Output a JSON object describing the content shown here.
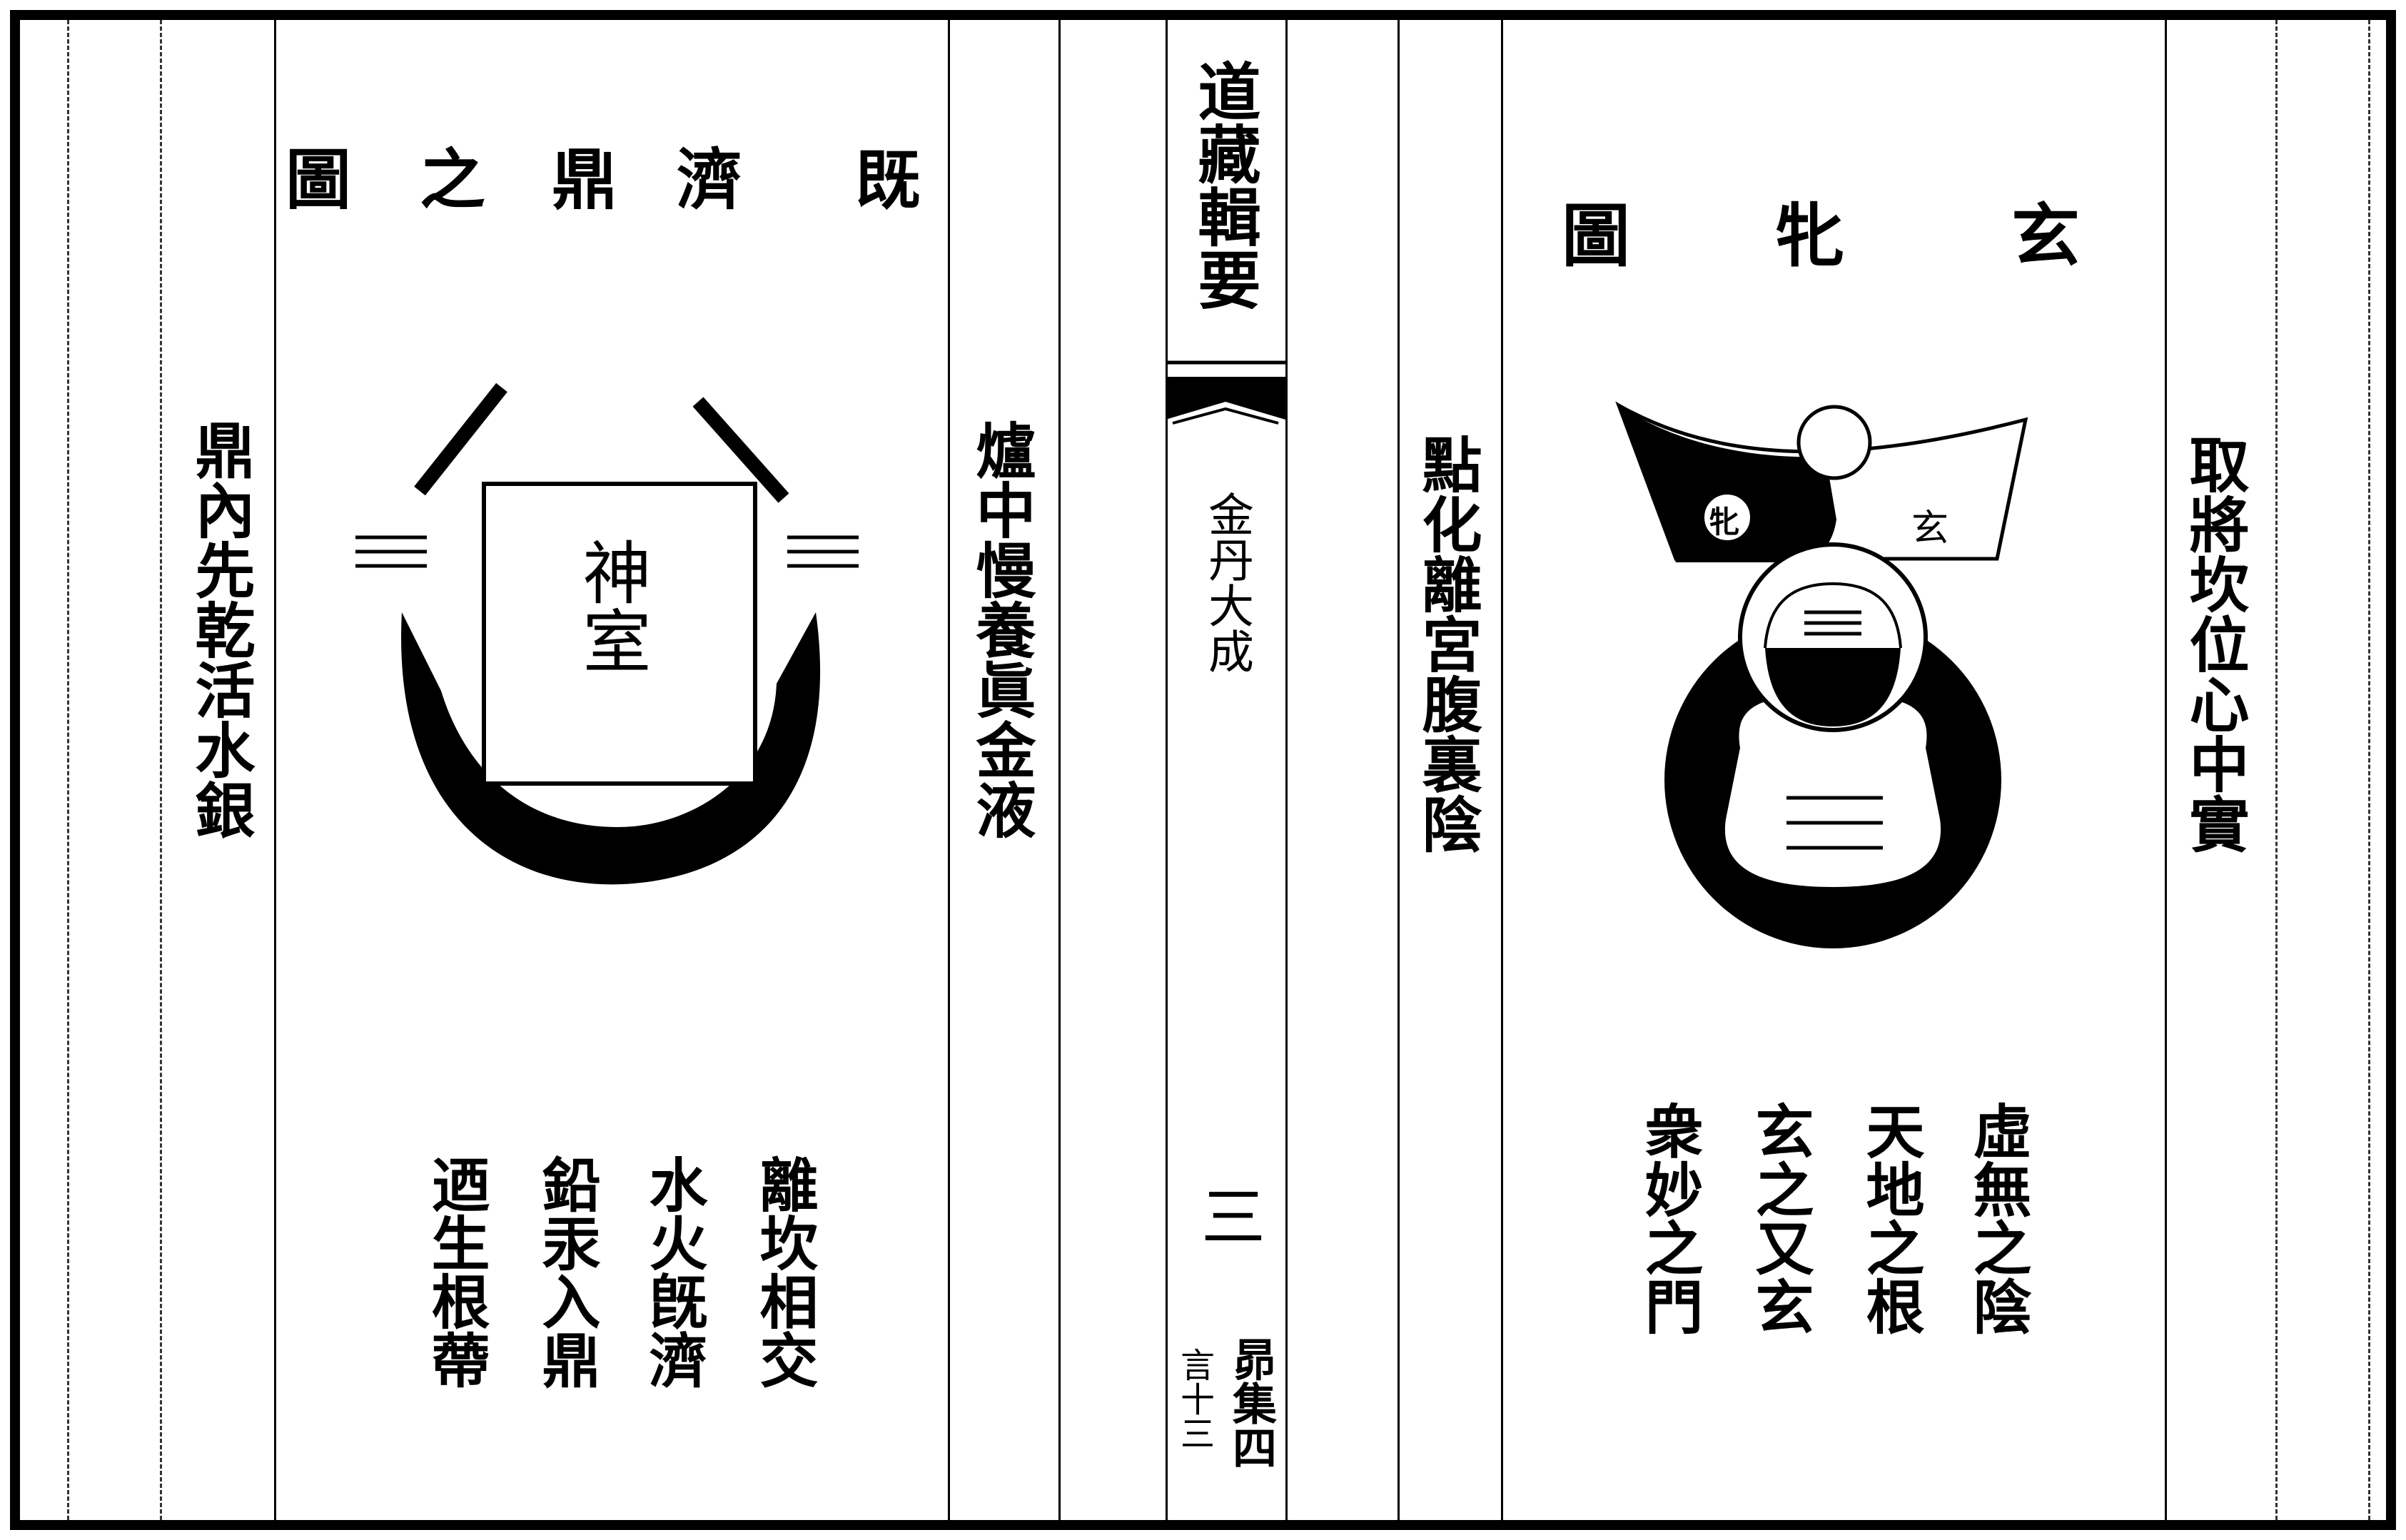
{
  "left_page": {
    "title": [
      "既",
      "濟",
      "鼎",
      "之",
      "圖"
    ],
    "side_verse": "鼎內先乾活水銀",
    "inner_verse": "爐中慢養眞金液",
    "diagram_label": "神室",
    "poem_lines": [
      "離坎相交",
      "水火旣濟",
      "鉛汞入鼎",
      "迺生根蔕"
    ]
  },
  "spine": {
    "series_title": "道藏輯要",
    "book_title": "金丹大成",
    "chapter_number": "三",
    "collection": "昴集四",
    "page_number": "言十三"
  },
  "right_page": {
    "title": [
      "玄",
      "牝",
      "圖"
    ],
    "inner_verse": "點化離宮腹裏陰",
    "side_verse": "取將坎位心中實",
    "diagram_labels": {
      "left": "牝",
      "right": "玄"
    },
    "poem_lines": [
      "虛無之陰",
      "天地之根",
      "玄之又玄",
      "衆妙之門"
    ]
  },
  "colors": {
    "ink": "#000000",
    "paper": "#ffffff"
  }
}
